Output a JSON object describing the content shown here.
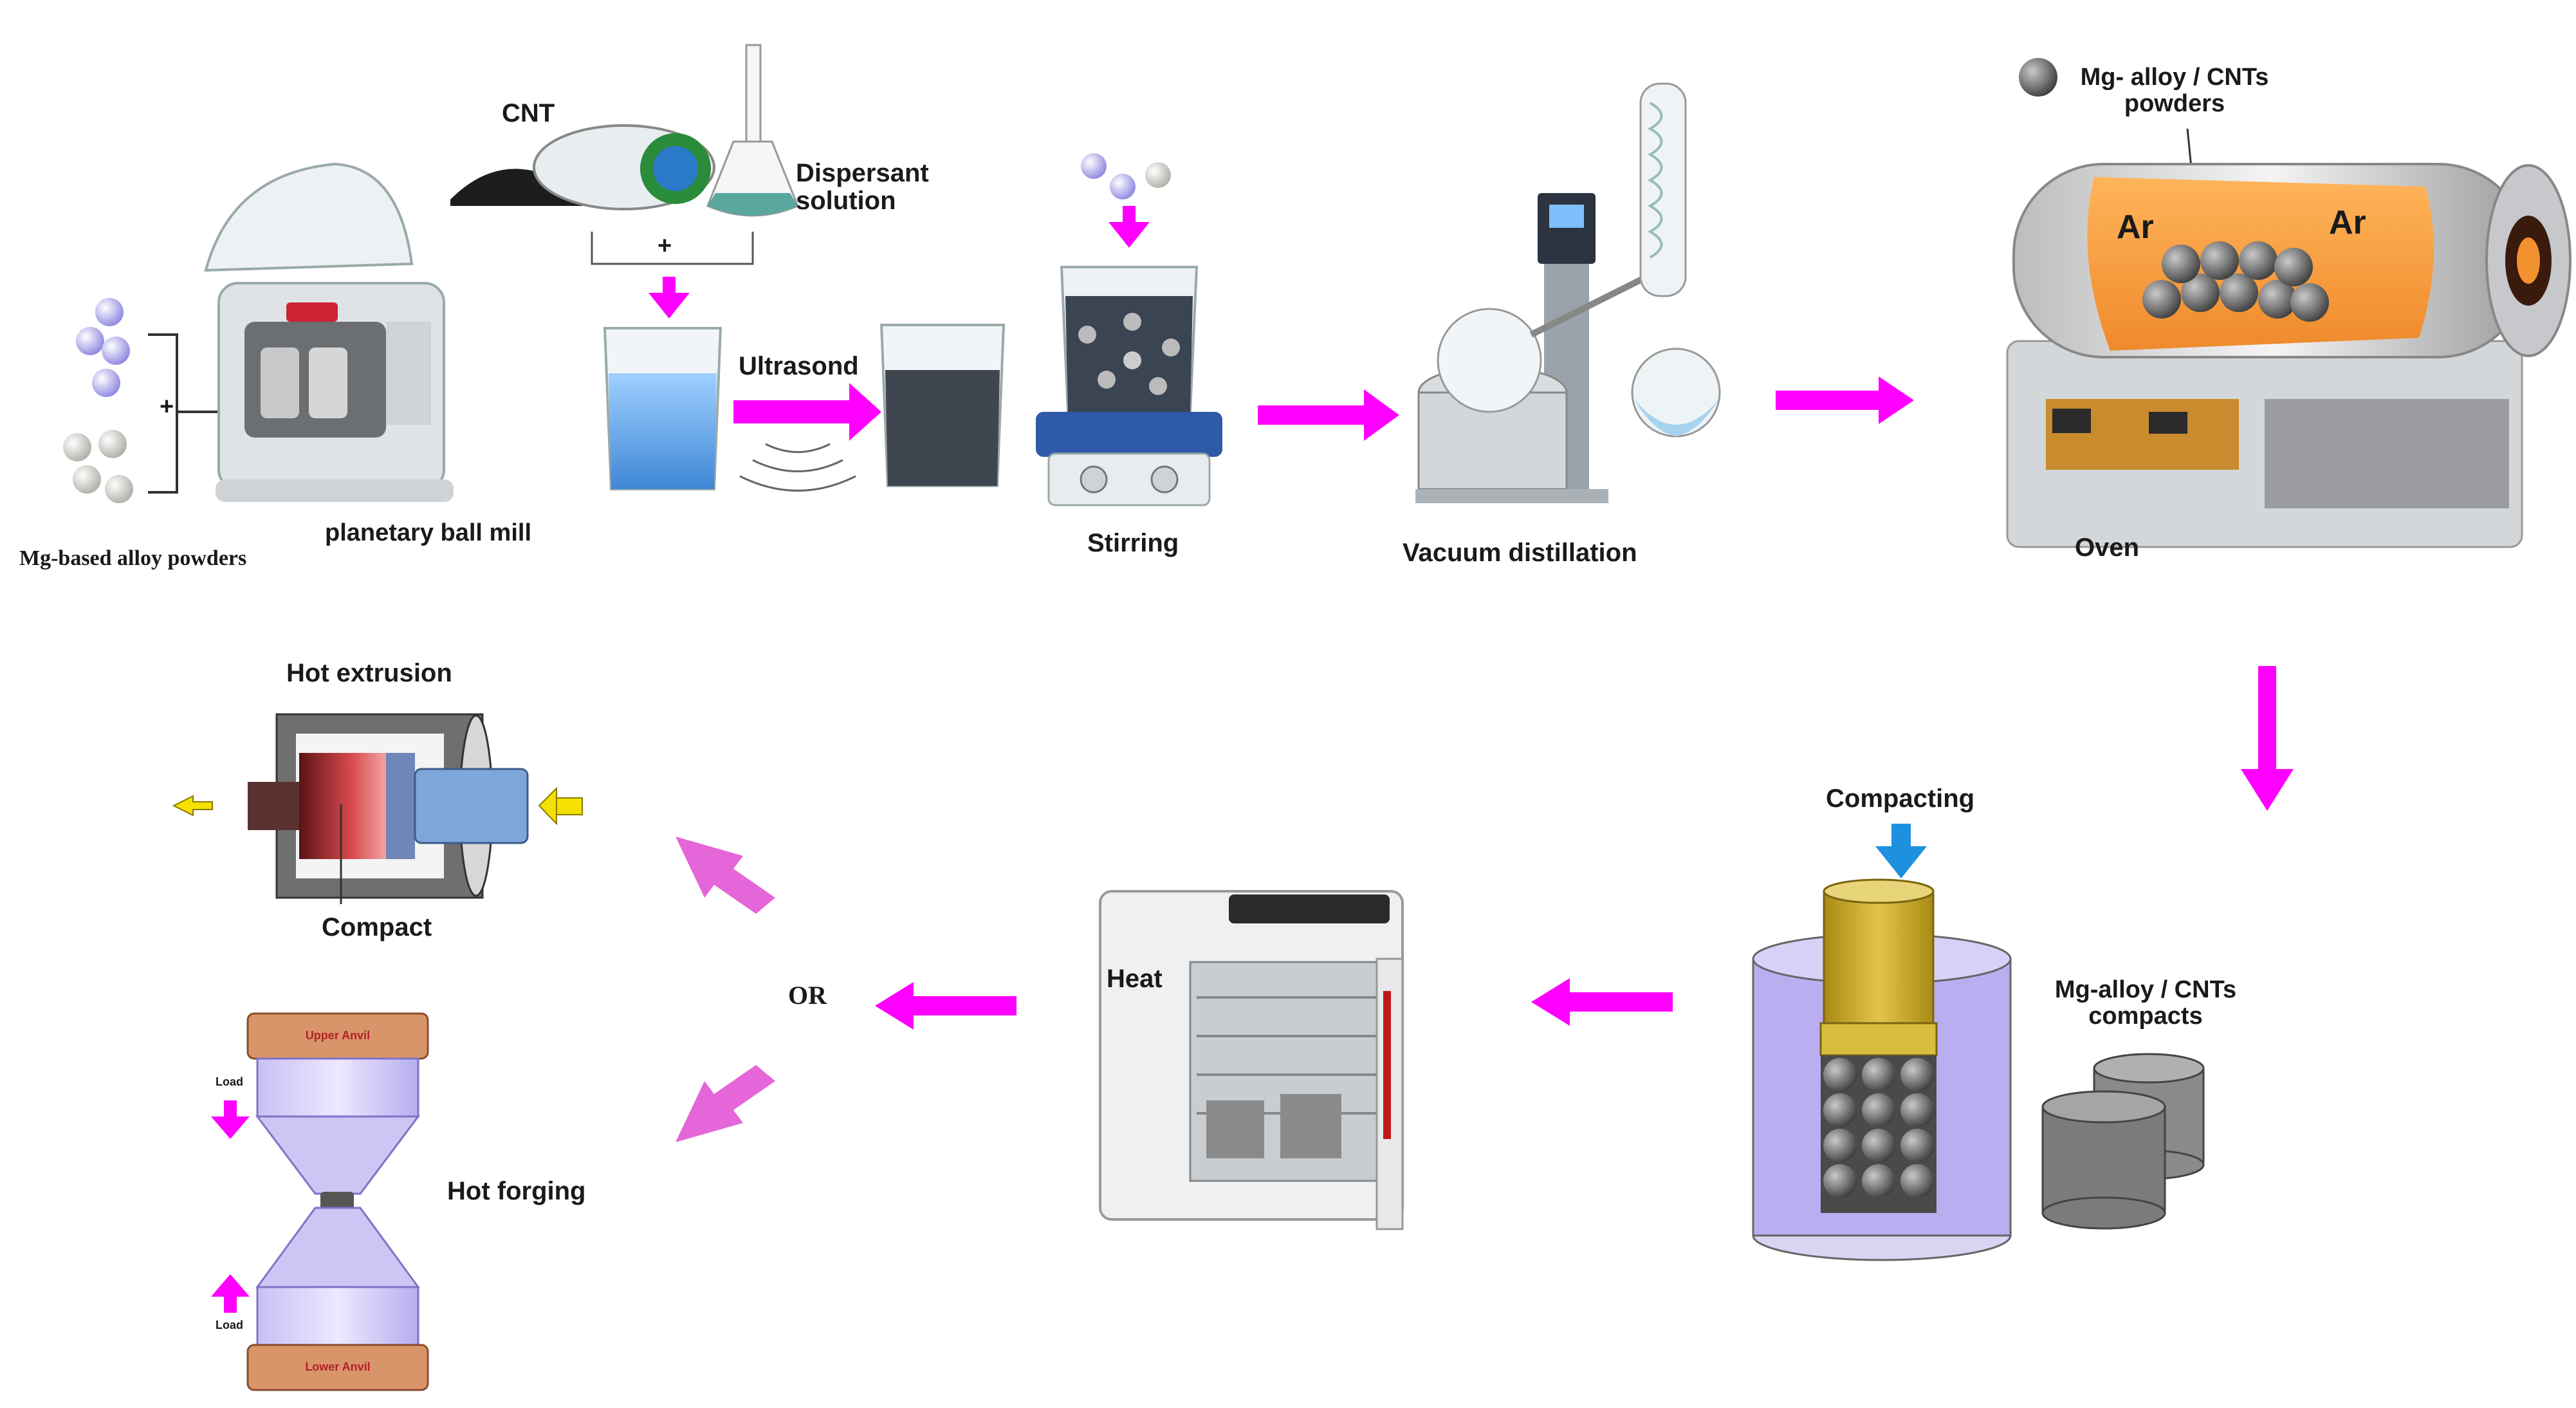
{
  "labels": {
    "cnt": "CNT",
    "dispersant": [
      "Dispersant",
      "solution"
    ],
    "plus_top": "+",
    "plus_left": "+",
    "ultrasond": "Ultrasond",
    "mg_powders_caption": "Mg-based alloy powders",
    "ball_mill_caption": "planetary ball mill",
    "stirring": "Stirring",
    "vacuum_distillation": "Vacuum distillation",
    "oven_powders": [
      "Mg- alloy / CNTs",
      "powders"
    ],
    "ar_left": "Ar",
    "ar_right": "Ar",
    "oven": "Oven",
    "compacting": "Compacting",
    "compacts": [
      "Mg-alloy / CNTs",
      "compacts"
    ],
    "heat": "Heat",
    "or": "OR",
    "hot_extrusion": "Hot extrusion",
    "compact": "Compact",
    "hot_forging": "Hot forging",
    "upper_anvil": "Upper Anvil",
    "lower_anvil": "Lower Anvil",
    "load_top": "Load",
    "load_bottom": "Load"
  },
  "colors": {
    "flow_arrow": "#ff00ff",
    "return_arrow": "#e566d9",
    "compaction_arrow": "#1e90e0",
    "extrusion_arrow": "#f5e000",
    "powder_violet": "#a9a3ea",
    "powder_grey": "#c7c4bd",
    "oven_chamber": "#f59a3a",
    "die_wall": "#b9aef0",
    "punch": "#c9aa2a",
    "anvil": "#d9956a"
  }
}
